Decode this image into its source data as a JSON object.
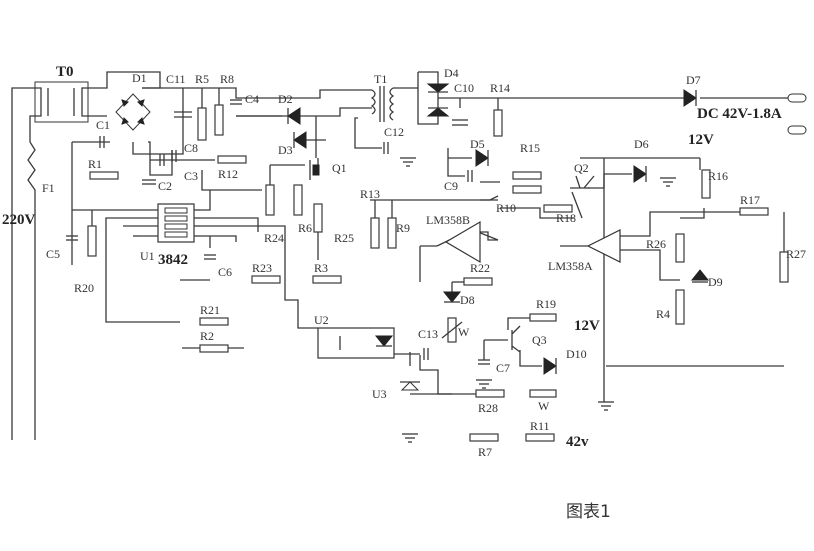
{
  "caption": "图表1",
  "labels": {
    "T0": "T0",
    "D1": "D1",
    "C11": "C11",
    "R5": "R5",
    "R8": "R8",
    "C4": "C4",
    "T1": "T1",
    "D4": "D4",
    "C10": "C10",
    "R14": "R14",
    "D7": "D7",
    "out": "DC 42V-1.8A",
    "v12a": "12V",
    "v12b": "12V",
    "v42": "42v",
    "v220": "220V",
    "C1": "C1",
    "D2": "D2",
    "D3": "D3",
    "C12": "C12",
    "D5": "D5",
    "R15": "R15",
    "D6": "D6",
    "R16": "R16",
    "C8": "C8",
    "C3": "C3",
    "R12": "R12",
    "Q1": "Q1",
    "R1": "R1",
    "C2": "C2",
    "F1": "F1",
    "C9": "C9",
    "Q2": "Q2",
    "R13": "R13",
    "R10": "R10",
    "R18": "R18",
    "R17": "R17",
    "R9": "R9",
    "LM358B": "LM358B",
    "LM358A": "LM358A",
    "R26": "R26",
    "R27": "R27",
    "C5": "C5",
    "U1": "U1",
    "ic": "3842",
    "C6": "C6",
    "R24": "R24",
    "R6": "R6",
    "R25": "R25",
    "R23": "R23",
    "R3": "R3",
    "R22": "R22",
    "D8": "D8",
    "D9": "D9",
    "R20": "R20",
    "R4": "R4",
    "R21": "R21",
    "R2": "R2",
    "U2": "U2",
    "C13": "C13",
    "W1": "W",
    "R19": "R19",
    "Q3": "Q3",
    "D10": "D10",
    "C7": "C7",
    "U3": "U3",
    "R28": "R28",
    "W2": "W",
    "R11": "R11",
    "R7": "R7"
  }
}
